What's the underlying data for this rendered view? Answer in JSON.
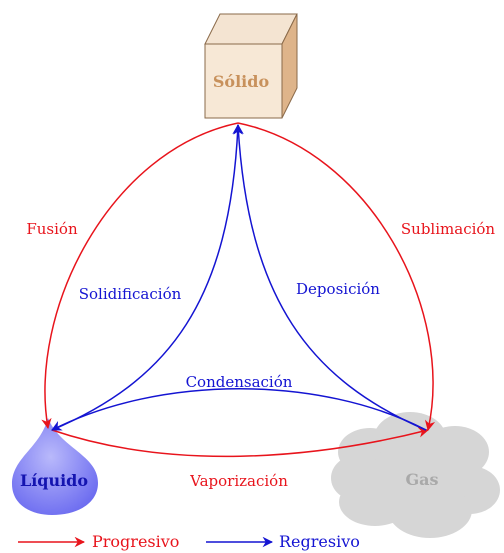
{
  "states": {
    "solid": "Sólido",
    "liquid": "Líquido",
    "gas": "Gas"
  },
  "transitions": {
    "fusion": "Fusión",
    "sublimation": "Sublimación",
    "solidification": "Solidificación",
    "deposition": "Deposición",
    "condensation": "Condensación",
    "vaporization": "Vaporización"
  },
  "legend": {
    "progressive": "Progresivo",
    "regressive": "Regresivo"
  },
  "colors": {
    "progressive": "#e8141c",
    "regressive": "#1414d2",
    "solid": "#c8915c",
    "liquid": "#4b4bd8",
    "gas": "#a9a9a9"
  }
}
